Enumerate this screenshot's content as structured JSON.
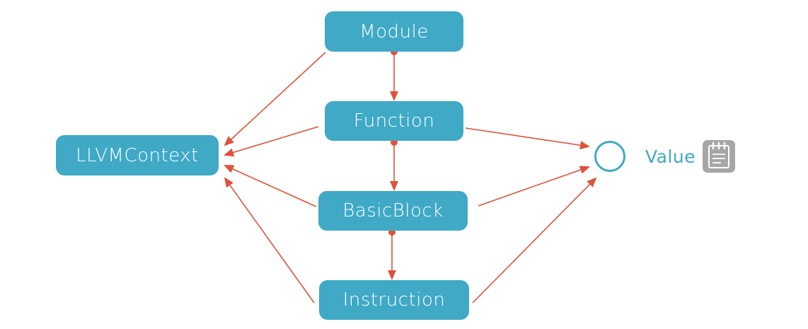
{
  "nodes": {
    "module": "Module",
    "function": "Function",
    "basicblock": "BasicBlock",
    "instruction": "Instruction",
    "llvmcontext": "LLVMContext",
    "value": "Value"
  },
  "colors": {
    "node_fill": "#3fa9c6",
    "node_text": "#ffffff",
    "arrow": "#e0513a",
    "value_text": "#3fa9c6",
    "icon_gray": "#a6a6a6"
  },
  "icons": {
    "value_note": "notepad-icon"
  }
}
